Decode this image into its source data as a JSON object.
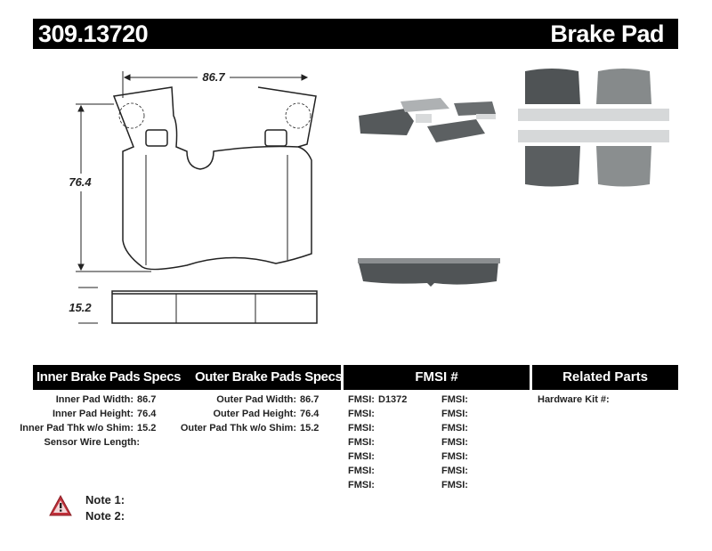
{
  "header": {
    "part_number": "309.13720",
    "category": "Brake Pad"
  },
  "drawing": {
    "width_dim": "86.7",
    "height_dim": "76.4",
    "thickness_dim": "15.2"
  },
  "specs": {
    "inner_title": "Inner Brake Pads Specs",
    "outer_title": "Outer Brake Pads Specs",
    "fmsi_title": "FMSI #",
    "related_title": "Related Parts",
    "inner": [
      {
        "label": "Inner Pad Width:",
        "value": "86.7"
      },
      {
        "label": "Inner Pad Height:",
        "value": "76.4"
      },
      {
        "label": "Inner Pad Thk w/o Shim:",
        "value": "15.2"
      },
      {
        "label": "Sensor Wire Length:",
        "value": ""
      }
    ],
    "outer": [
      {
        "label": "Outer Pad Width:",
        "value": "86.7"
      },
      {
        "label": "Outer Pad Height:",
        "value": "76.4"
      },
      {
        "label": "Outer Pad Thk w/o Shim:",
        "value": "15.2"
      }
    ],
    "fmsi_col1": [
      {
        "label": "FMSI:",
        "value": "D1372"
      },
      {
        "label": "FMSI:",
        "value": ""
      },
      {
        "label": "FMSI:",
        "value": ""
      },
      {
        "label": "FMSI:",
        "value": ""
      },
      {
        "label": "FMSI:",
        "value": ""
      },
      {
        "label": "FMSI:",
        "value": ""
      },
      {
        "label": "FMSI:",
        "value": ""
      }
    ],
    "fmsi_col2": [
      "FMSI:",
      "FMSI:",
      "FMSI:",
      "FMSI:",
      "FMSI:",
      "FMSI:",
      "FMSI:"
    ],
    "related": [
      {
        "label": "Hardware Kit #:",
        "value": ""
      }
    ]
  },
  "notes": {
    "note1": "Note 1:",
    "note2": "Note 2:"
  },
  "colors": {
    "warning": "#c0303a",
    "pad": "#5a5d5f",
    "backing": "#c8cacb"
  }
}
